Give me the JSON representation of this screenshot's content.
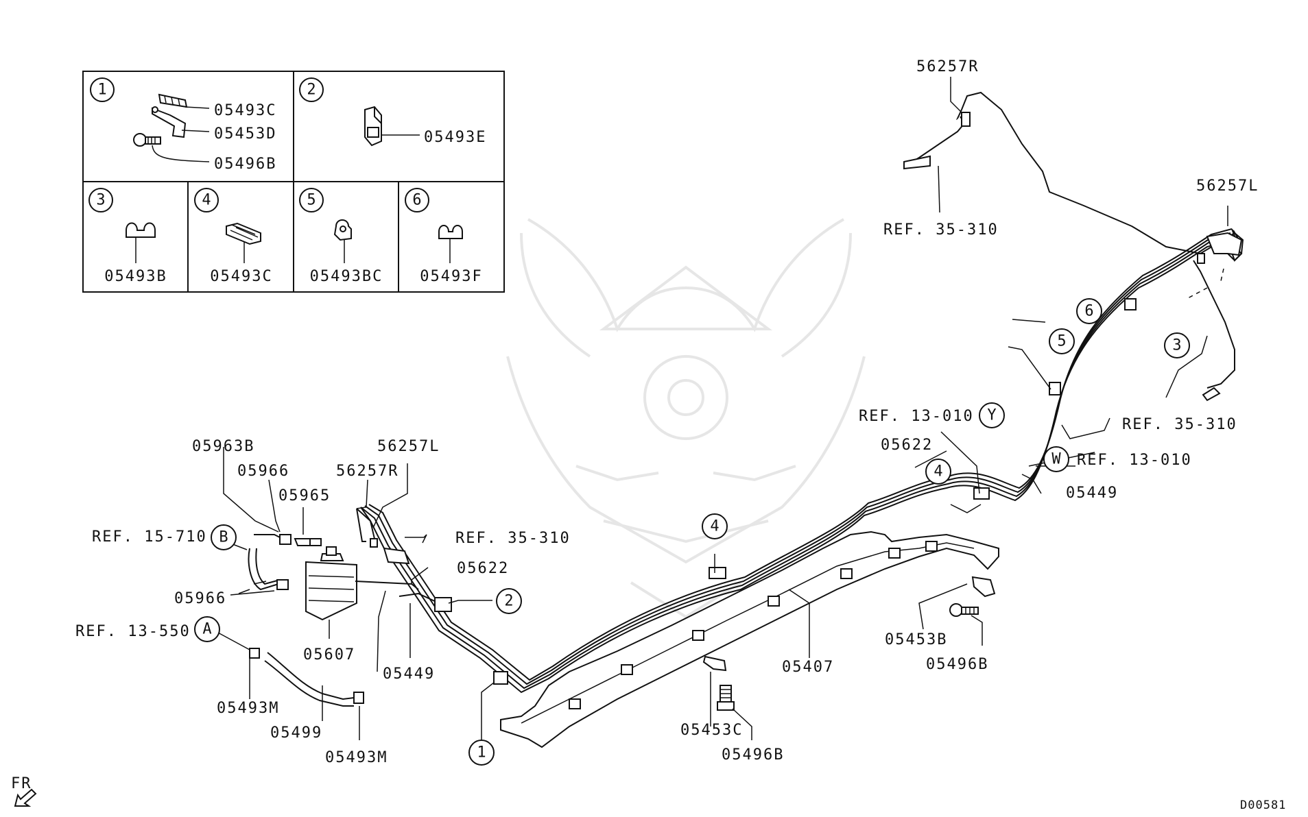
{
  "diagram_code": "D00581",
  "direction_label": "FR",
  "table": {
    "cells": [
      {
        "num": "1",
        "parts": [
          "05493C",
          "05453D",
          "05496B"
        ]
      },
      {
        "num": "2",
        "parts": [
          "05493E"
        ]
      },
      {
        "num": "3",
        "parts": [
          "05493B"
        ]
      },
      {
        "num": "4",
        "parts": [
          "05493C"
        ]
      },
      {
        "num": "5",
        "parts": [
          "05493BC"
        ]
      },
      {
        "num": "6",
        "parts": [
          "05493F"
        ]
      }
    ]
  },
  "callouts": {
    "p56257R_top": "56257R",
    "ref35310_top": "REF. 35-310",
    "p56257L_top": "56257L",
    "ref35310_right": "REF. 35-310",
    "ref13010_y": "REF. 13-010",
    "ref13010_w": "REF. 13-010",
    "p05622_right": "05622",
    "p05449_right": "05449",
    "p05453B": "05453B",
    "p05496B_right": "05496B",
    "p05407": "05407",
    "p05453C": "05453C",
    "p05496B_bottom": "05496B",
    "p05963B": "05963B",
    "p05966_top": "05966",
    "p05965": "05965",
    "p56257R_left": "56257R",
    "p56257L_left": "56257L",
    "ref15710": "REF. 15-710",
    "ref35310_mid": "REF. 35-310",
    "p05622_left": "05622",
    "p05966_bottom": "05966",
    "ref13550": "REF. 13-550",
    "p05607": "05607",
    "p05449_left": "05449",
    "p05493M_left": "05493M",
    "p05499": "05499",
    "p05493M_bottom": "05493M"
  },
  "markers": {
    "A": "A",
    "B": "B",
    "W": "W",
    "Y": "Y",
    "c1": "1",
    "c2": "2",
    "c3": "3",
    "c4a": "4",
    "c4b": "4",
    "c5": "5",
    "c6": "6"
  }
}
